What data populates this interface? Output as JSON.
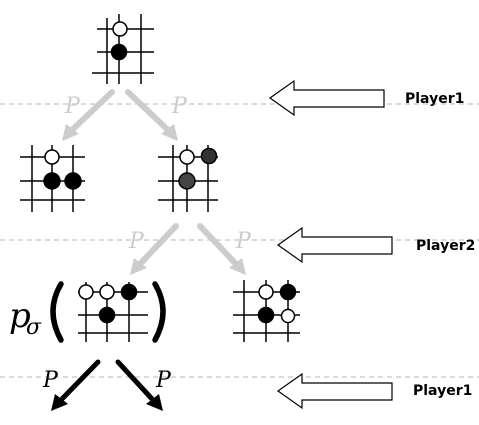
{
  "tree_levels": [
    {
      "player_label": "Player1"
    },
    {
      "player_label": "Player2"
    },
    {
      "player_label": "Player1"
    }
  ],
  "edge_label": "P",
  "policy_symbol": "p",
  "policy_subscript": "σ",
  "colors": {
    "stone_black": "#000000",
    "stone_grey": "#444444",
    "stone_white": "#ffffff",
    "arrow_light": "#cccccc",
    "arrow_dark": "#000000",
    "separator": "#cccccc"
  }
}
